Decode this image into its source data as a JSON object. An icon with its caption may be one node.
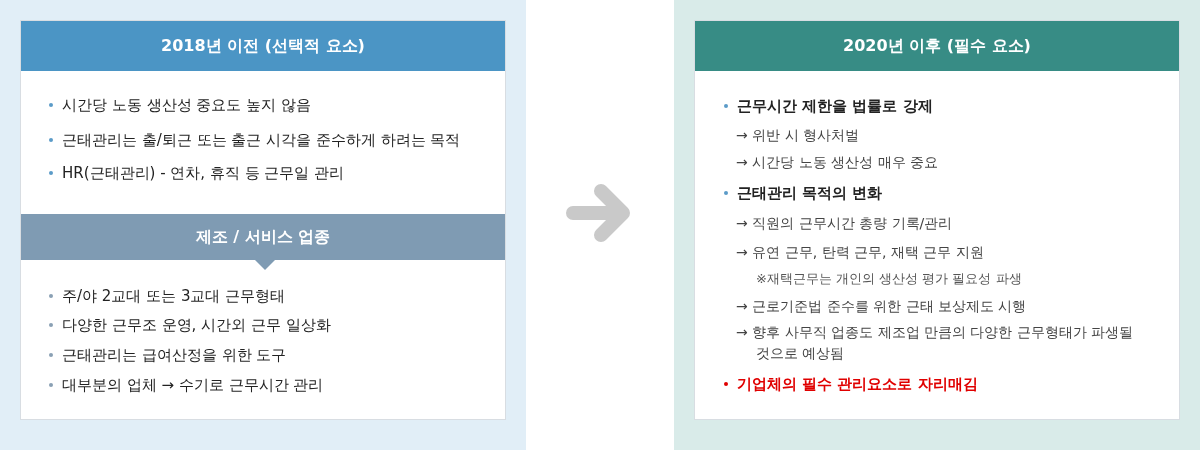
{
  "diagram": {
    "nodes": [
      {
        "text": [],
        "shape": "box"
      },
      {
        "text": [
          "2018년 이전 (선택적 요소)",
          "시간당 노동 생산성 중요도 높지 않음",
          "근태관리는 출/퇴근 또는 출근 시각을 준수하게 하려는 목적",
          "HR(근태관리) - 연차, 휴직 등 근무일 관리"
        ],
        "in": 0
      },
      {
        "text": [
          "제조 / 서비스 업종",
          "주/야 2교대 또는 3교대 근무형태",
          "다양한 근무조 운영, 시간외 근무 일상화",
          "근태관리는 급여산정을 위한 도구",
          "대부분의 업체 → 수기로 근무시간 관리"
        ],
        "in": 1
      },
      {
        "text": [],
        "shape": "box"
      },
      {
        "text": [
          "2020년 이후 (필수 요소)",
          "근무시간 제한을 법률로 강제",
          "→ 위반 시 형사처벌",
          "→ 시간당 노동 생산성 매우 중요",
          "근태관리 목적의 변화",
          "→ 직원의 근무시간 총량 기록/관리",
          "→ 유연 근무, 탄력 근무, 재택 근무 지원",
          "※재택근무는 개인의 생산성 평가 필요성 파생",
          "→ 근로기준법 준수를 위한 근태 보상제도 시행",
          "→ 향후 사무직 업종도 제조업 만큼의 다양한 근무형태가 파생될 것으로 예상됨",
          "기업체의 필수 관리요소로 자리매김"
        ],
        "in": 3
      }
    ],
    "edges": [
      {
        "from": 0,
        "to": 3,
        "arrow": "to"
      }
    ]
  }
}
